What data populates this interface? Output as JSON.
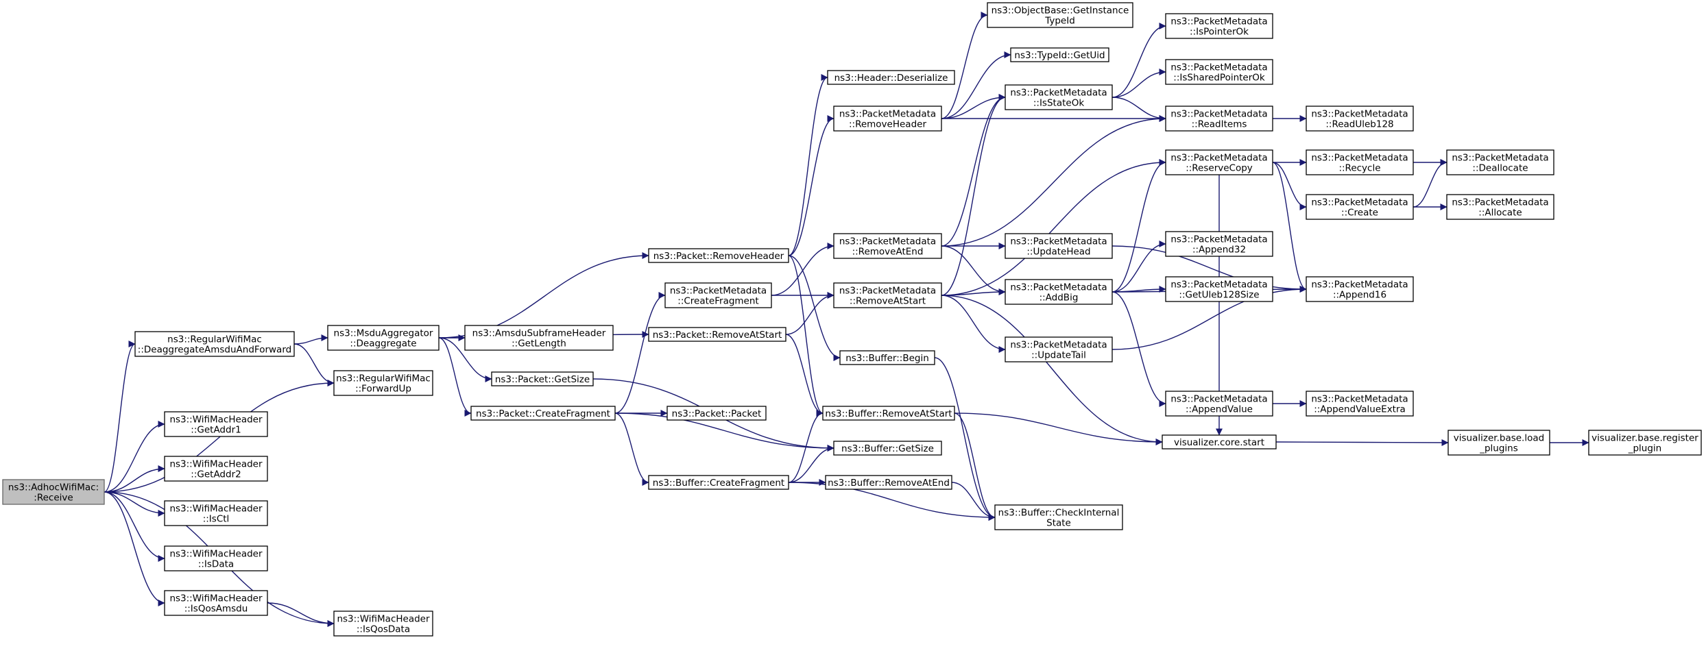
{
  "graph": {
    "colors": {
      "edge": "#191970",
      "node_border": "#000000",
      "root_fill": "#bfbfbf",
      "node_fill": "#ffffff"
    },
    "nodes": [
      {
        "id": "n0",
        "lines": [
          "ns3::AdhocWifiMac:",
          ":Receive"
        ]
      },
      {
        "id": "n1",
        "lines": [
          "ns3::RegularWifiMac",
          "::DeaggregateAmsduAndForward"
        ]
      },
      {
        "id": "n2",
        "lines": [
          "ns3::RegularWifiMac",
          "::ForwardUp"
        ]
      },
      {
        "id": "n3",
        "lines": [
          "ns3::WifiMacHeader",
          "::GetAddr1"
        ]
      },
      {
        "id": "n4",
        "lines": [
          "ns3::WifiMacHeader",
          "::GetAddr2"
        ]
      },
      {
        "id": "n5",
        "lines": [
          "ns3::WifiMacHeader",
          "::IsCtl"
        ]
      },
      {
        "id": "n6",
        "lines": [
          "ns3::WifiMacHeader",
          "::IsData"
        ]
      },
      {
        "id": "n7",
        "lines": [
          "ns3::WifiMacHeader",
          "::IsQosAmsdu"
        ]
      },
      {
        "id": "n8",
        "lines": [
          "ns3::WifiMacHeader",
          "::IsQosData"
        ]
      },
      {
        "id": "n9",
        "lines": [
          "ns3::MsduAggregator",
          "::Deaggregate"
        ]
      },
      {
        "id": "n10",
        "lines": [
          "ns3::AmsduSubframeHeader",
          "::GetLength"
        ]
      },
      {
        "id": "n11",
        "lines": [
          "ns3::Packet::GetSize"
        ]
      },
      {
        "id": "n12",
        "lines": [
          "ns3::Packet::CreateFragment"
        ]
      },
      {
        "id": "n13",
        "lines": [
          "ns3::Packet::RemoveHeader"
        ]
      },
      {
        "id": "n14",
        "lines": [
          "ns3::Packet::RemoveAtStart"
        ]
      },
      {
        "id": "n15",
        "lines": [
          "ns3::PacketMetadata",
          "::CreateFragment"
        ]
      },
      {
        "id": "n16",
        "lines": [
          "ns3::Packet::Packet"
        ]
      },
      {
        "id": "n17",
        "lines": [
          "ns3::Buffer::CreateFragment"
        ]
      },
      {
        "id": "n18",
        "lines": [
          "ns3::Header::Deserialize"
        ]
      },
      {
        "id": "n19",
        "lines": [
          "ns3::PacketMetadata",
          "::RemoveHeader"
        ]
      },
      {
        "id": "n20",
        "lines": [
          "ns3::PacketMetadata",
          "::RemoveAtEnd"
        ]
      },
      {
        "id": "n21",
        "lines": [
          "ns3::PacketMetadata",
          "::RemoveAtStart"
        ]
      },
      {
        "id": "n22",
        "lines": [
          "ns3::Buffer::Begin"
        ]
      },
      {
        "id": "n23",
        "lines": [
          "ns3::Buffer::RemoveAtStart"
        ]
      },
      {
        "id": "n24",
        "lines": [
          "ns3::Buffer::GetSize"
        ]
      },
      {
        "id": "n25",
        "lines": [
          "ns3::Buffer::RemoveAtEnd"
        ]
      },
      {
        "id": "n26",
        "lines": [
          "ns3::ObjectBase::GetInstance",
          "TypeId"
        ]
      },
      {
        "id": "n27",
        "lines": [
          "ns3::TypeId::GetUid"
        ]
      },
      {
        "id": "n28",
        "lines": [
          "ns3::PacketMetadata",
          "::IsStateOk"
        ]
      },
      {
        "id": "n29",
        "lines": [
          "ns3::PacketMetadata",
          "::UpdateHead"
        ]
      },
      {
        "id": "n30",
        "lines": [
          "ns3::PacketMetadata",
          "::AddBig"
        ]
      },
      {
        "id": "n31",
        "lines": [
          "ns3::PacketMetadata",
          "::UpdateTail"
        ]
      },
      {
        "id": "n32",
        "lines": [
          "ns3::Buffer::CheckInternal",
          "State"
        ]
      },
      {
        "id": "n33",
        "lines": [
          "ns3::PacketMetadata",
          "::IsPointerOk"
        ]
      },
      {
        "id": "n34",
        "lines": [
          "ns3::PacketMetadata",
          "::IsSharedPointerOk"
        ]
      },
      {
        "id": "n35",
        "lines": [
          "ns3::PacketMetadata",
          "::ReadItems"
        ]
      },
      {
        "id": "n36",
        "lines": [
          "ns3::PacketMetadata",
          "::ReserveCopy"
        ]
      },
      {
        "id": "n37",
        "lines": [
          "ns3::PacketMetadata",
          "::Append32"
        ]
      },
      {
        "id": "n38",
        "lines": [
          "ns3::PacketMetadata",
          "::GetUleb128Size"
        ]
      },
      {
        "id": "n39",
        "lines": [
          "ns3::PacketMetadata",
          "::AppendValue"
        ]
      },
      {
        "id": "n40",
        "lines": [
          "visualizer.core.start"
        ]
      },
      {
        "id": "n41",
        "lines": [
          "ns3::PacketMetadata",
          "::ReadUleb128"
        ]
      },
      {
        "id": "n42",
        "lines": [
          "ns3::PacketMetadata",
          "::Recycle"
        ]
      },
      {
        "id": "n43",
        "lines": [
          "ns3::PacketMetadata",
          "::Create"
        ]
      },
      {
        "id": "n44",
        "lines": [
          "ns3::PacketMetadata",
          "::Append16"
        ]
      },
      {
        "id": "n45",
        "lines": [
          "ns3::PacketMetadata",
          "::AppendValueExtra"
        ]
      },
      {
        "id": "n46",
        "lines": [
          "visualizer.base.load",
          "_plugins"
        ]
      },
      {
        "id": "n47",
        "lines": [
          "ns3::PacketMetadata",
          "::Deallocate"
        ]
      },
      {
        "id": "n48",
        "lines": [
          "ns3::PacketMetadata",
          "::Allocate"
        ]
      },
      {
        "id": "n49",
        "lines": [
          "visualizer.base.register",
          "_plugin"
        ]
      }
    ],
    "edges": [
      [
        "n0",
        "n1"
      ],
      [
        "n0",
        "n2"
      ],
      [
        "n0",
        "n3"
      ],
      [
        "n0",
        "n4"
      ],
      [
        "n0",
        "n5"
      ],
      [
        "n0",
        "n6"
      ],
      [
        "n0",
        "n7"
      ],
      [
        "n0",
        "n8"
      ],
      [
        "n1",
        "n9"
      ],
      [
        "n1",
        "n2"
      ],
      [
        "n7",
        "n8"
      ],
      [
        "n9",
        "n10"
      ],
      [
        "n9",
        "n11"
      ],
      [
        "n9",
        "n12"
      ],
      [
        "n9",
        "n13"
      ],
      [
        "n9",
        "n14"
      ],
      [
        "n12",
        "n16"
      ],
      [
        "n12",
        "n15"
      ],
      [
        "n12",
        "n17"
      ],
      [
        "n12",
        "n24"
      ],
      [
        "n11",
        "n24"
      ],
      [
        "n13",
        "n18"
      ],
      [
        "n13",
        "n19"
      ],
      [
        "n13",
        "n22"
      ],
      [
        "n13",
        "n23"
      ],
      [
        "n14",
        "n21"
      ],
      [
        "n14",
        "n23"
      ],
      [
        "n15",
        "n20"
      ],
      [
        "n15",
        "n21"
      ],
      [
        "n17",
        "n23"
      ],
      [
        "n17",
        "n24"
      ],
      [
        "n17",
        "n25"
      ],
      [
        "n17",
        "n32"
      ],
      [
        "n19",
        "n26"
      ],
      [
        "n19",
        "n27"
      ],
      [
        "n19",
        "n28"
      ],
      [
        "n19",
        "n35"
      ],
      [
        "n20",
        "n28"
      ],
      [
        "n20",
        "n29"
      ],
      [
        "n20",
        "n30"
      ],
      [
        "n20",
        "n35"
      ],
      [
        "n21",
        "n28"
      ],
      [
        "n21",
        "n30"
      ],
      [
        "n21",
        "n31"
      ],
      [
        "n21",
        "n36"
      ],
      [
        "n21",
        "n40"
      ],
      [
        "n22",
        "n32"
      ],
      [
        "n23",
        "n32"
      ],
      [
        "n23",
        "n40"
      ],
      [
        "n25",
        "n32"
      ],
      [
        "n28",
        "n33"
      ],
      [
        "n28",
        "n34"
      ],
      [
        "n28",
        "n35"
      ],
      [
        "n29",
        "n44"
      ],
      [
        "n30",
        "n36"
      ],
      [
        "n30",
        "n37"
      ],
      [
        "n30",
        "n38"
      ],
      [
        "n30",
        "n39"
      ],
      [
        "n30",
        "n44"
      ],
      [
        "n31",
        "n44"
      ],
      [
        "n35",
        "n41"
      ],
      [
        "n36",
        "n42"
      ],
      [
        "n36",
        "n43"
      ],
      [
        "n36",
        "n44"
      ],
      [
        "n36",
        "n40"
      ],
      [
        "n39",
        "n45"
      ],
      [
        "n42",
        "n47"
      ],
      [
        "n43",
        "n47"
      ],
      [
        "n43",
        "n48"
      ],
      [
        "n40",
        "n46"
      ],
      [
        "n46",
        "n49"
      ]
    ]
  }
}
